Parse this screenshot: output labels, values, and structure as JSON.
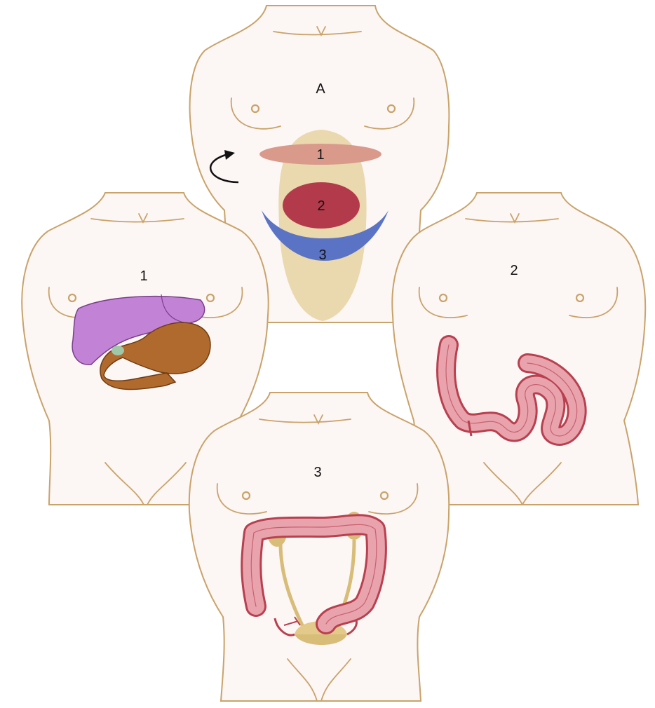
{
  "labels": {
    "figure_a": "A",
    "region_1": "1",
    "region_2": "2",
    "region_3": "3",
    "panel_1": "1",
    "panel_2": "2",
    "panel_3": "3"
  },
  "colors": {
    "skin": "#fcf6f5",
    "outline": "#c9a36a",
    "abdomen": "#ead8ae",
    "region_1": "#d99a8c",
    "region_2": "#b23a4a",
    "region_3": "#5b73c4",
    "liver": "#c283d6",
    "stomach": "#b06a2e",
    "intestine": "#e9a3ad",
    "intestine_edge": "#b8404f",
    "urinary": "#d8bd78"
  },
  "icons": [
    "curved-arrow-icon"
  ]
}
